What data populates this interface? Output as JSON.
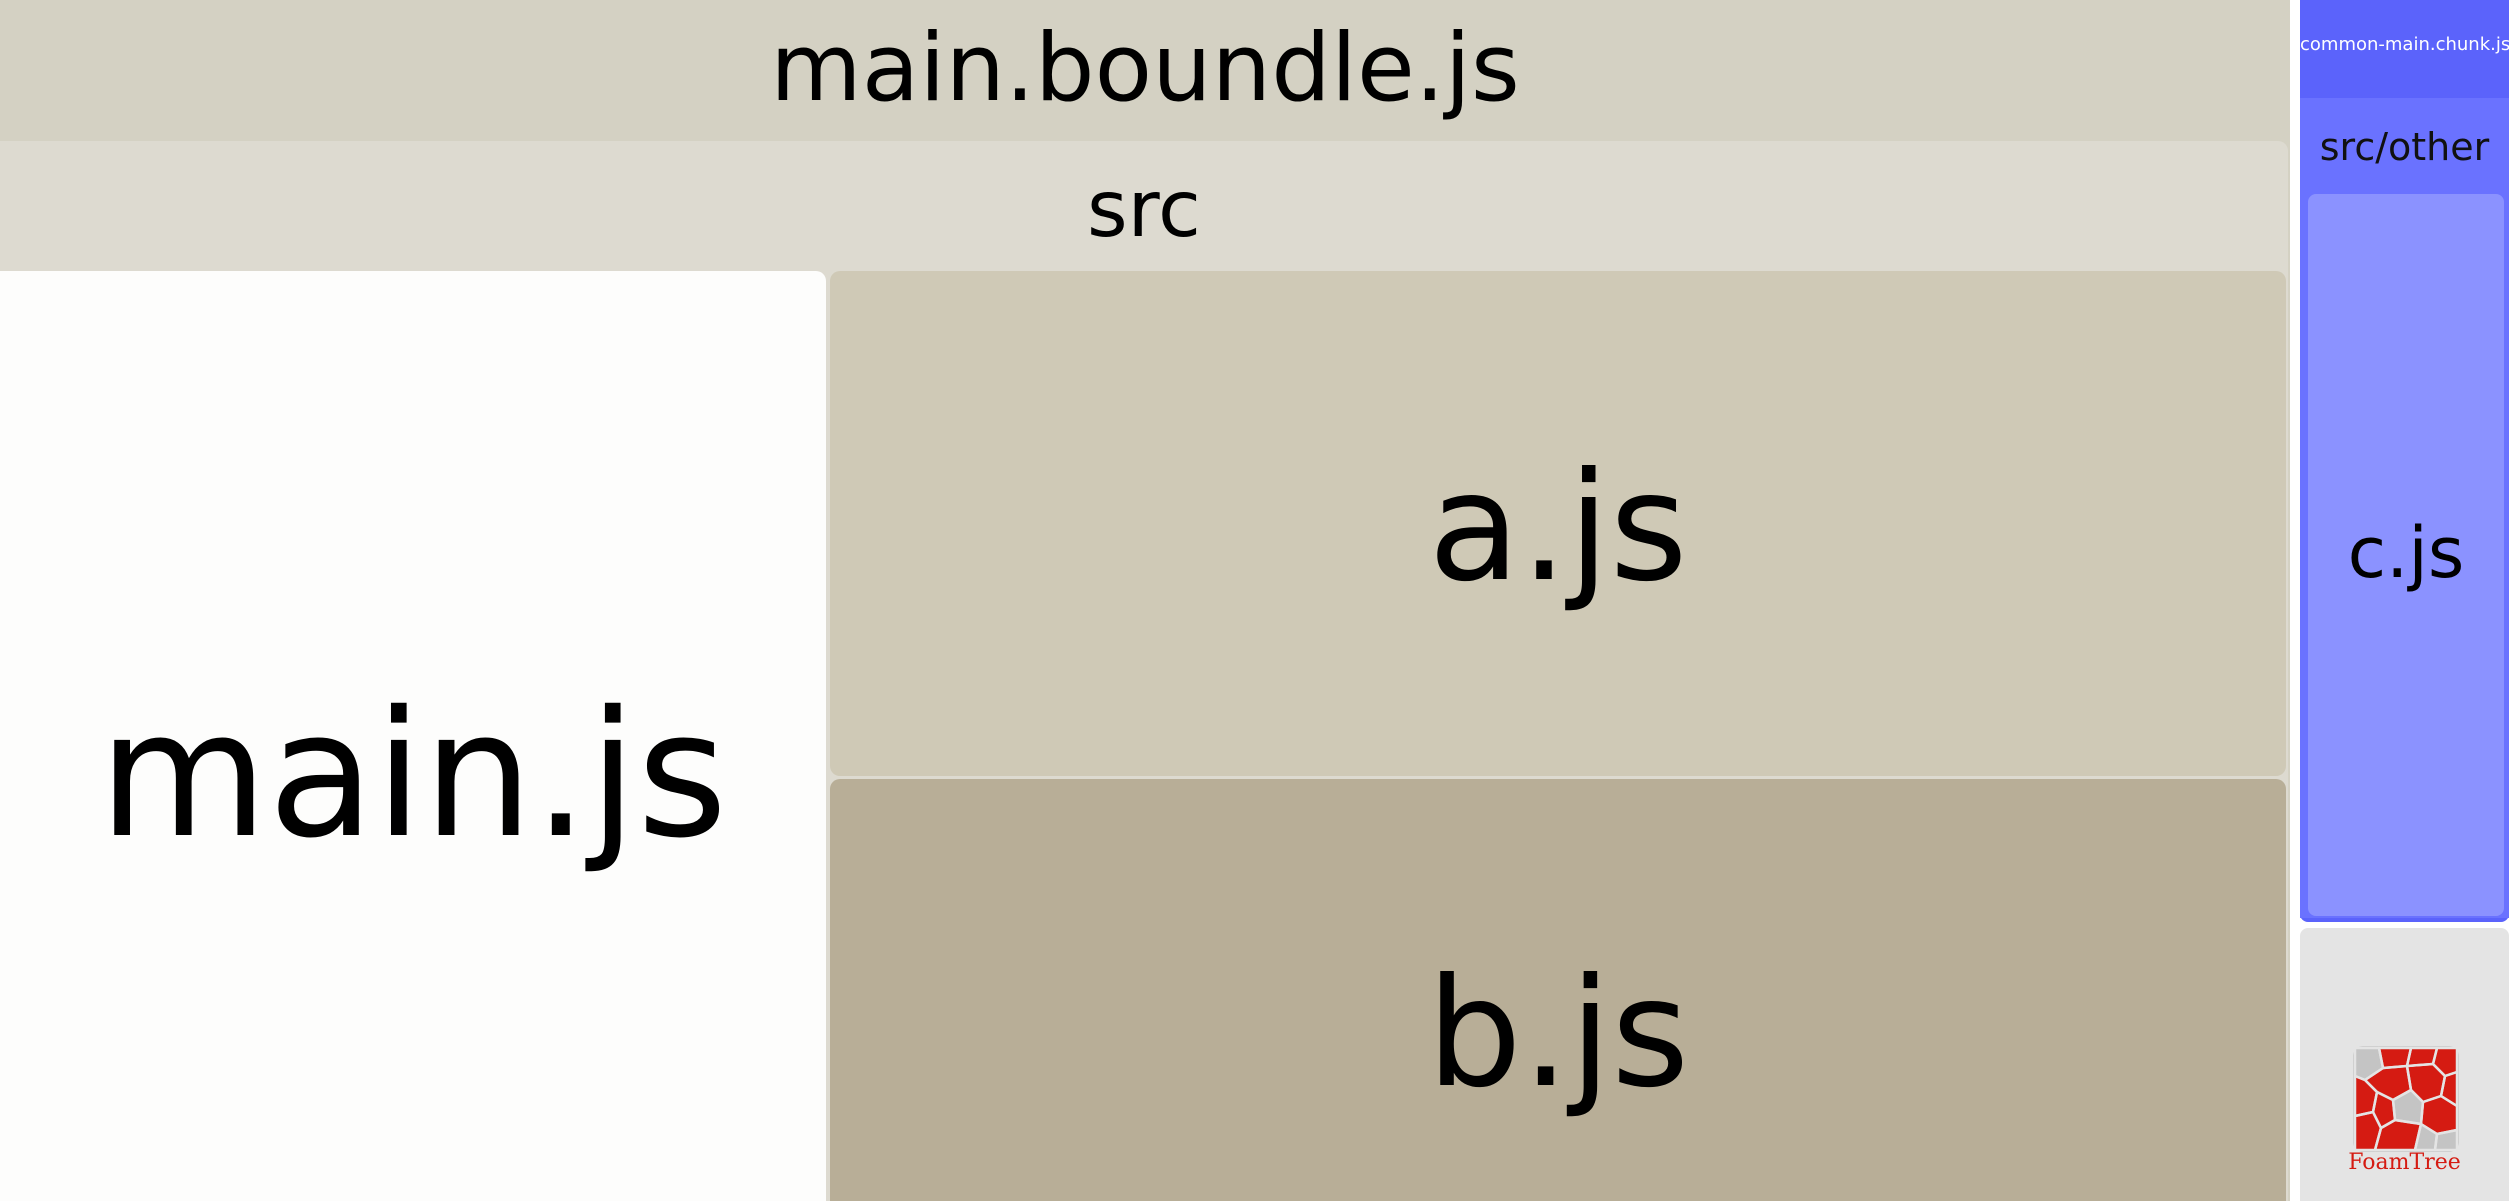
{
  "treemap": {
    "bundle_main": {
      "label": "main.boundle.js",
      "color": "#d4d1c3",
      "group": {
        "label": "src",
        "color": "#dddad0",
        "files": [
          {
            "label": "main.js",
            "color": "#fdfdfc"
          },
          {
            "label": "a.js",
            "color": "#cfc9b6"
          },
          {
            "label": "b.js",
            "color": "#b8ae97"
          }
        ]
      }
    },
    "bundle_common": {
      "label": "common-main.chunk.js",
      "color": "#5b63fb",
      "group": {
        "label": "src/other",
        "color": "#6a72ff",
        "files": [
          {
            "label": "c.js",
            "color": "#8b92ff"
          }
        ]
      }
    }
  },
  "branding": {
    "text": "FoamTree",
    "icon": "foamtree-logo-icon",
    "color": "#d51b12"
  }
}
